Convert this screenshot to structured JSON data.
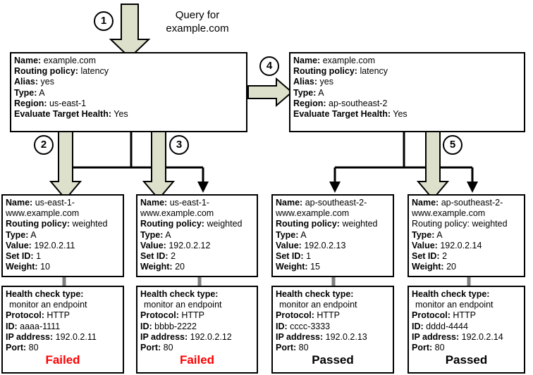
{
  "diagram": {
    "title_annotation": {
      "line1": "Query for",
      "line2": "example.com"
    },
    "steps": [
      "1",
      "2",
      "3",
      "4",
      "5"
    ],
    "colors": {
      "block_arrow_fill": "#dde0ca",
      "block_arrow_stroke": "#000000",
      "connector": "#000000",
      "connector_stub": "#808080",
      "box_border": "#000000",
      "failed_text": "#ff0000",
      "passed_text": "#000000"
    },
    "alias_records": [
      {
        "id": "alias-us-east-1",
        "fields": [
          {
            "label": "Name:",
            "value": "example.com"
          },
          {
            "label": "Routing policy:",
            "value": "latency"
          },
          {
            "label": "Alias:",
            "value": "yes"
          },
          {
            "label": "Type:",
            "value": "A"
          },
          {
            "label": "Region:",
            "value": "us-east-1"
          },
          {
            "label": "Evaluate Target Health:",
            "value": "Yes"
          }
        ]
      },
      {
        "id": "alias-ap-southeast-2",
        "fields": [
          {
            "label": "Name:",
            "value": "example.com"
          },
          {
            "label": "Routing policy:",
            "value": "latency"
          },
          {
            "label": "Alias:",
            "value": "yes"
          },
          {
            "label": "Type:",
            "value": "A"
          },
          {
            "label": "Region:",
            "value": "ap-southeast-2"
          },
          {
            "label": "Evaluate Target Health:",
            "value": "Yes"
          }
        ]
      }
    ],
    "weighted_records": [
      {
        "id": "record-us-east-1-1",
        "name_label": "Name:",
        "name_value": "us-east-1-",
        "name_cont": "www.example.com",
        "fields": [
          {
            "label": "Routing policy:",
            "value": "weighted"
          },
          {
            "label": "Type:",
            "value": "A"
          },
          {
            "label": "Value:",
            "value": "192.0.2.11"
          },
          {
            "label": "Set ID:",
            "value": "1"
          },
          {
            "label": "Weight:",
            "value": "10"
          }
        ]
      },
      {
        "id": "record-us-east-1-2",
        "name_label": "Name:",
        "name_value": "us-east-1-",
        "name_cont": "www.example.com",
        "fields": [
          {
            "label": "Routing policy:",
            "value": "weighted"
          },
          {
            "label": "Type:",
            "value": "A"
          },
          {
            "label": "Value:",
            "value": "192.0.2.12"
          },
          {
            "label": "Set ID:",
            "value": "2"
          },
          {
            "label": "Weight:",
            "value": "20"
          }
        ]
      },
      {
        "id": "record-ap-southeast-2-1",
        "name_label": "Name:",
        "name_value": "ap-southeast-2-",
        "name_cont": "www.example.com",
        "fields": [
          {
            "label": "Routing policy:",
            "value": "weighted"
          },
          {
            "label": "Type:",
            "value": "A"
          },
          {
            "label": "Value:",
            "value": "192.0.2.13"
          },
          {
            "label": "Set ID:",
            "value": "1"
          },
          {
            "label": "Weight:",
            "value": "15"
          }
        ]
      },
      {
        "id": "record-ap-southeast-2-2",
        "name_label": "Name:",
        "name_value": "ap-southeast-2-",
        "name_cont": "www.example.com",
        "fields": [
          {
            "label": "Routing policy:",
            "value": "weighted"
          },
          {
            "label": "Type:",
            "value": "A"
          },
          {
            "label": "Value:",
            "value": "192.0.2.14"
          },
          {
            "label": "Set ID:",
            "value": "2"
          },
          {
            "label": "Weight:",
            "value": "20"
          }
        ]
      }
    ],
    "health_checks": [
      {
        "id": "health-check-aaaa-1111",
        "type_label": "Health check type:",
        "type_value": "monitor an endpoint",
        "fields": [
          {
            "label": "Protocol:",
            "value": "HTTP"
          },
          {
            "label": "ID:",
            "value": "aaaa-1111"
          },
          {
            "label": "IP address:",
            "value": "192.0.2.11"
          },
          {
            "label": "Port:",
            "value": "80"
          }
        ],
        "status": "Failed",
        "status_state": "failed"
      },
      {
        "id": "health-check-bbbb-2222",
        "type_label": "Health check type:",
        "type_value": "monitor an endpoint",
        "fields": [
          {
            "label": "Protocol:",
            "value": "HTTP"
          },
          {
            "label": "ID:",
            "value": "bbbb-2222"
          },
          {
            "label": "IP address:",
            "value": "192.0.2.12"
          },
          {
            "label": "Port:",
            "value": "80"
          }
        ],
        "status": "Failed",
        "status_state": "failed"
      },
      {
        "id": "health-check-cccc-3333",
        "type_label": "Health check type:",
        "type_value": "monitor an endpoint",
        "fields": [
          {
            "label": "Protocol:",
            "value": "HTTP"
          },
          {
            "label": "ID:",
            "value": "cccc-3333"
          },
          {
            "label": "IP address:",
            "value": "192.0.2.13"
          },
          {
            "label": "Port:",
            "value": "80"
          }
        ],
        "status": "Passed",
        "status_state": "passed"
      },
      {
        "id": "health-check-dddd-4444",
        "type_label": "Health check type:",
        "type_value": "monitor an endpoint",
        "fields": [
          {
            "label": "Protocol:",
            "value": "HTTP"
          },
          {
            "label": "ID:",
            "value": "dddd-4444"
          },
          {
            "label": "IP address:",
            "value": "192.0.2.14"
          },
          {
            "label": "Port:",
            "value": "80"
          }
        ],
        "status": "Passed",
        "status_state": "passed"
      }
    ]
  }
}
